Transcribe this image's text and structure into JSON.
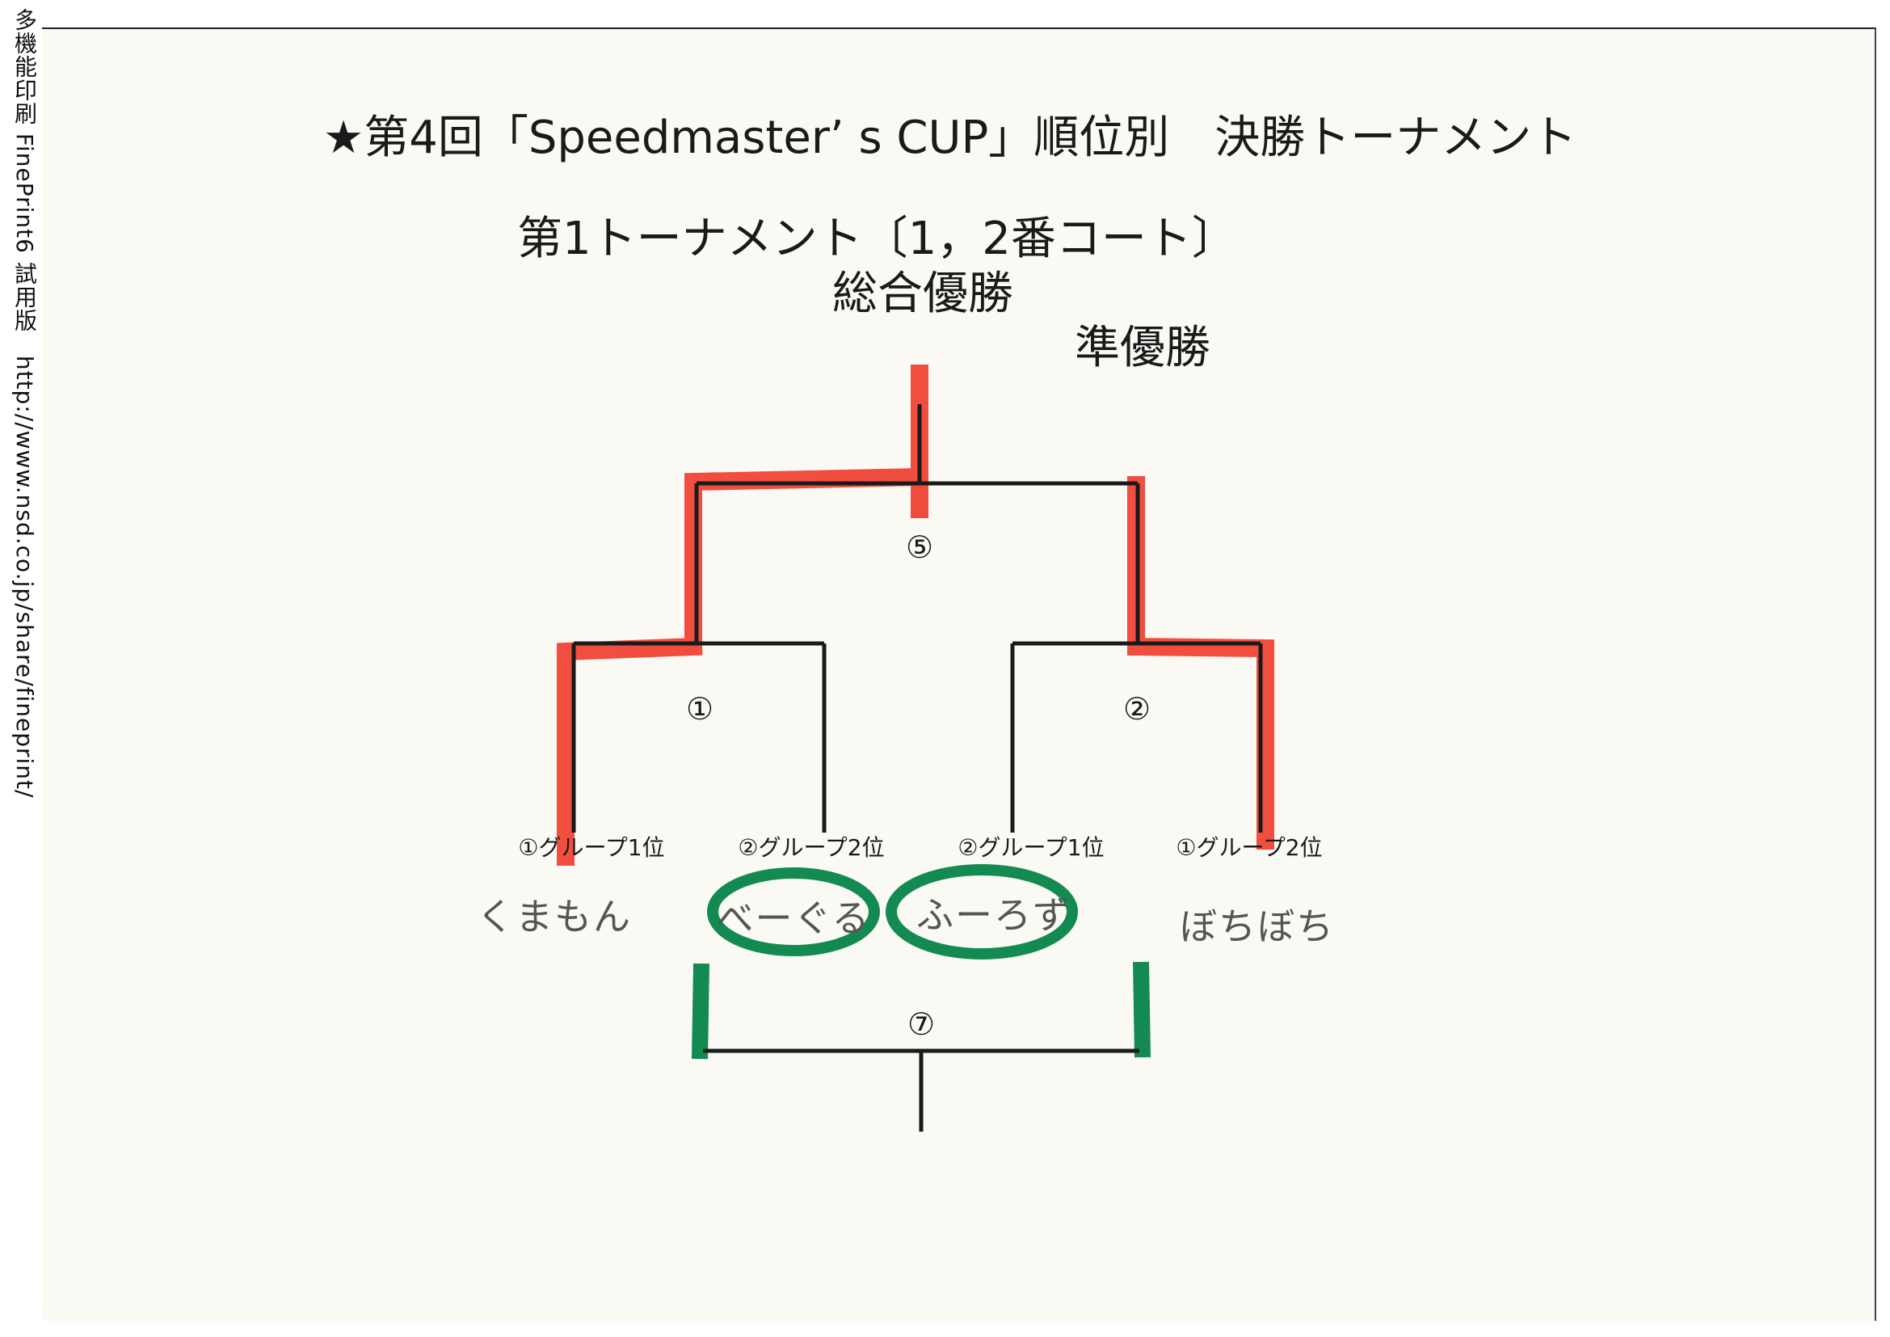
{
  "side_text": "多機能印刷 FinePrint6 試用版　http://www.nsd.co.jp/share/fineprint/",
  "title": "★第4回「Speedmaster’ s CUP」順位別　決勝トーナメント",
  "subtitle": "第1トーナメント〔1，2番コート〕",
  "champion_label": "総合優勝",
  "runner_up_label": "準優勝",
  "matches": {
    "m1": "①",
    "m2": "②",
    "m5": "⑤",
    "m7": "⑦"
  },
  "slots": [
    {
      "label": "①グループ1位",
      "team": "くまもん"
    },
    {
      "label": "②グループ2位",
      "team": "べーぐる"
    },
    {
      "label": "②グループ1位",
      "team": "ふーろず"
    },
    {
      "label": "①グループ2位",
      "team": "ぼちぼち"
    }
  ],
  "colors": {
    "winner_marker": "#ef3b2c",
    "third_place_marker": "#138a52",
    "bracket_line": "#1a1a1a"
  }
}
